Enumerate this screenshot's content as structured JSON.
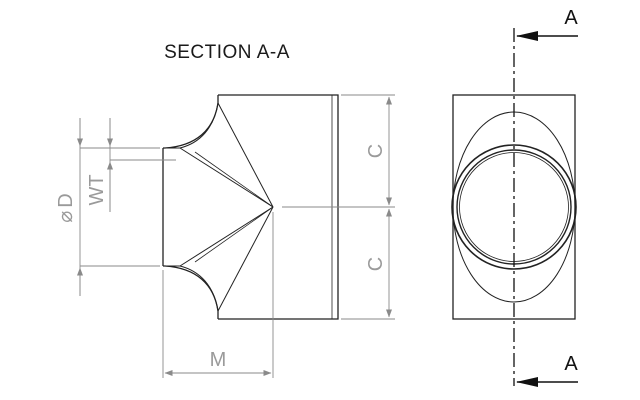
{
  "section_title": "SECTION A-A",
  "dimensions": {
    "diameter": "D",
    "diameter_symbol": "⌀",
    "wall_thickness": "WT",
    "center_to_end_upper": "C",
    "center_to_end_lower": "C",
    "branch_length": "M"
  },
  "section_markers": {
    "top": "A",
    "bottom": "A"
  },
  "colors": {
    "object_line": "#222222",
    "dimension_line": "#8a8a8a",
    "dimension_text": "#9a9a9a",
    "title_text": "#1a1a1a"
  }
}
